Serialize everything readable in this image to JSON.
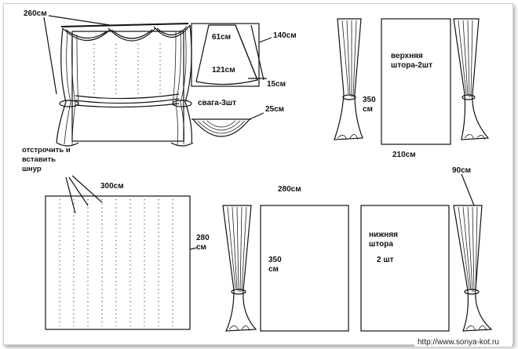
{
  "labels": {
    "top_width": "260см",
    "swag_top": "61см",
    "swag_height": "140см",
    "swag_mid": "121см",
    "swag_drop": "15см",
    "swag_count": "свага-3шт",
    "swag_side": "25см",
    "upper_curtain_height": "350\nсм",
    "upper_curtain_title": "верхняя\nштора-2шт",
    "upper_curtain_width": "210см",
    "instruction": "отстрочить и\nвставить\nшнур",
    "sheer_width": "300см",
    "sheer_height": "280\nсм",
    "lower_span": "280см",
    "lower_curtain_height": "350\nсм",
    "lower_curtain_title": "нижняя\nштора",
    "lower_curtain_count": "2 шт",
    "tie_width": "90см",
    "source_url": "http://www.sonya-kot.ru"
  }
}
